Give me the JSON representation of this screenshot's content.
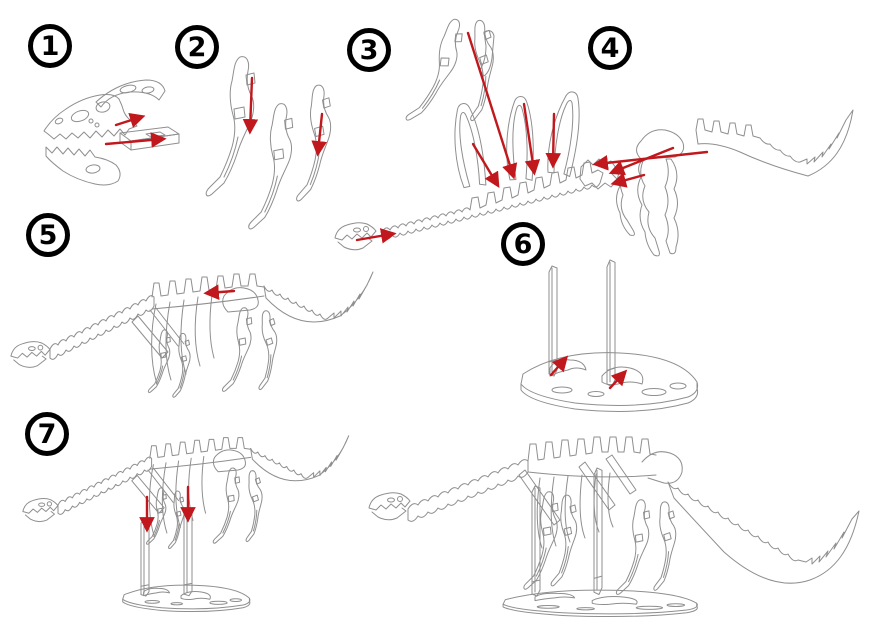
{
  "document": {
    "kind": "assembly-instruction-diagram",
    "background": "#ffffff"
  },
  "colors": {
    "line_art": "#8f8f8f",
    "arrow": "#c0181d",
    "step_circle": "#000000"
  },
  "steps": [
    {
      "number": "1",
      "illustration": "skull-assembly",
      "arrows": [
        {
          "direction": "up-right"
        },
        {
          "direction": "right"
        }
      ]
    },
    {
      "number": "2",
      "illustration": "leg-pieces",
      "arrows": [
        {
          "direction": "down"
        },
        {
          "direction": "down"
        }
      ]
    },
    {
      "number": "3",
      "illustration": "neck-spine-and-ribs",
      "arrows": [
        {
          "direction": "down"
        },
        {
          "direction": "down"
        },
        {
          "direction": "down"
        },
        {
          "direction": "down-right"
        },
        {
          "direction": "right"
        }
      ]
    },
    {
      "number": "4",
      "illustration": "hip-and-tail",
      "arrows": [
        {
          "direction": "left"
        },
        {
          "direction": "left"
        },
        {
          "direction": "left"
        }
      ]
    },
    {
      "number": "5",
      "illustration": "assembled-skeleton",
      "arrows": [
        {
          "direction": "left"
        }
      ]
    },
    {
      "number": "6",
      "illustration": "stand-base-and-posts",
      "arrows": [
        {
          "direction": "up-right"
        },
        {
          "direction": "up-right"
        }
      ]
    },
    {
      "number": "7",
      "illustration": "mount-skeleton-on-stand",
      "arrows": [
        {
          "direction": "down"
        },
        {
          "direction": "down"
        }
      ]
    }
  ],
  "final_view": {
    "illustration": "completed-model-on-stand"
  }
}
